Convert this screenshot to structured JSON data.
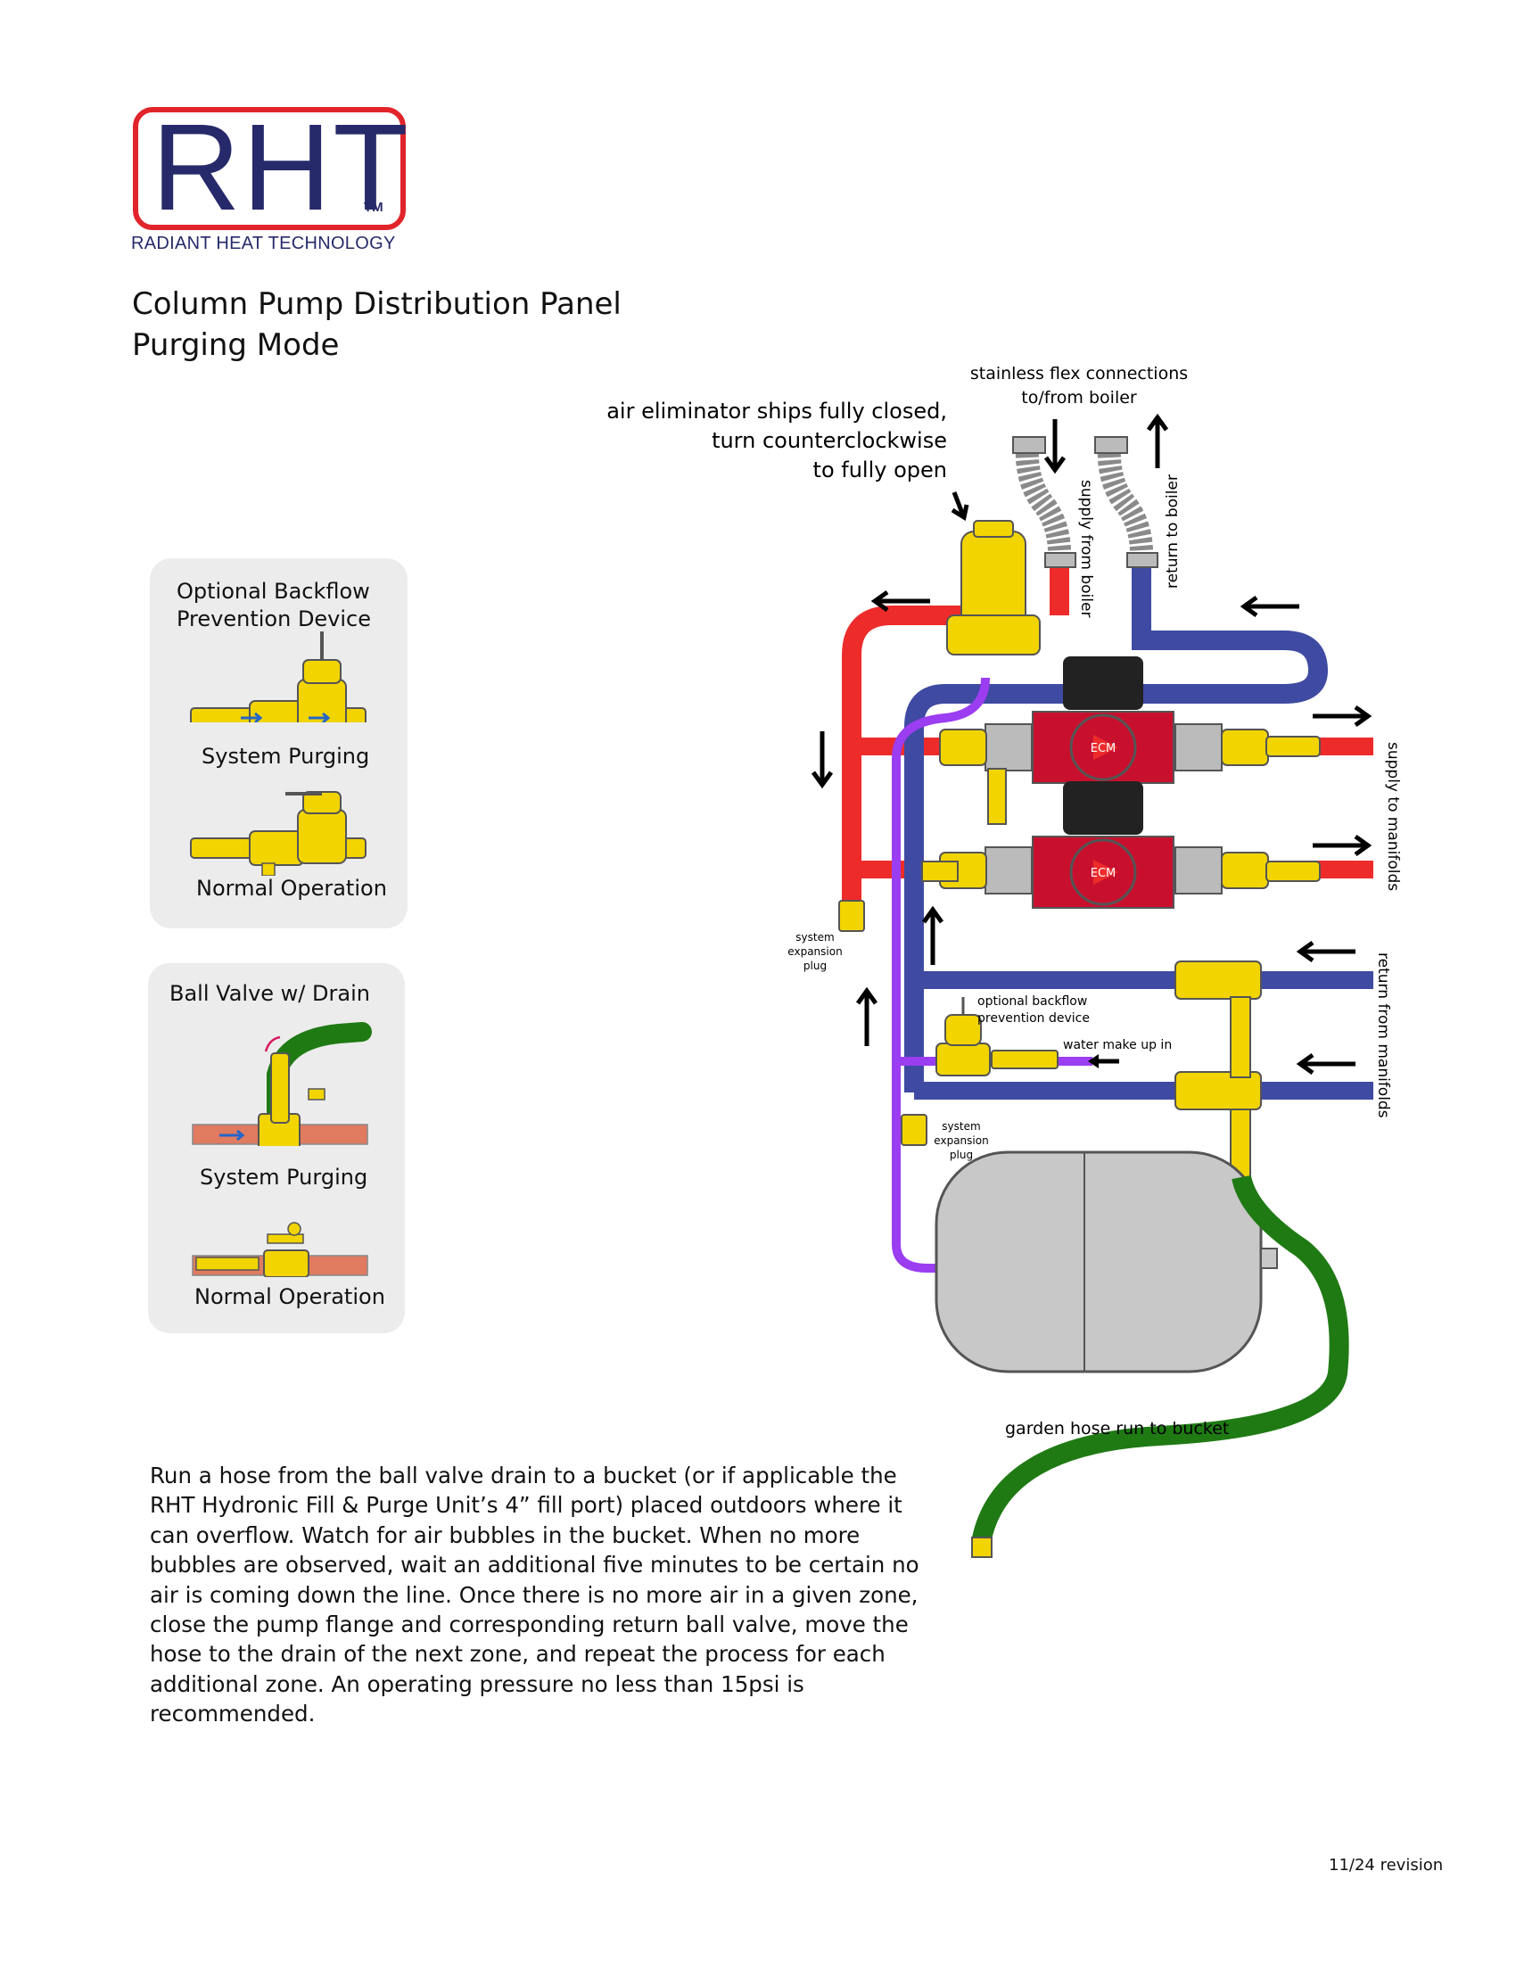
{
  "logo": {
    "letters": "RHT",
    "tm": "TM",
    "subtitle": "RADIANT HEAT TECHNOLOGY"
  },
  "title": {
    "line1": "Column Pump Distribution Panel",
    "line2": "Purging Mode"
  },
  "backflow_panel": {
    "heading_line1": "Optional Backflow",
    "heading_line2": "Prevention Device",
    "caption_purging": "System Purging",
    "caption_normal": "Normal Operation"
  },
  "ballvalve_panel": {
    "heading": "Ball Valve w/ Drain",
    "caption_purging": "System Purging",
    "caption_normal": "Normal Operation"
  },
  "diagram": {
    "air_eliminator_note": [
      "air eliminator ships fully closed,",
      "turn counterclockwise",
      "to fully open"
    ],
    "flex_note": [
      "stainless flex connections",
      "to/from boiler"
    ],
    "supply_from_boiler": "supply from boiler",
    "return_to_boiler": "return to boiler",
    "supply_to_manifolds": "supply to manifolds",
    "return_from_manifolds": "return from manifolds",
    "pump_label": "ECM",
    "expansion_plug_top": [
      "system",
      "expansion",
      "plug"
    ],
    "expansion_plug_bottom": [
      "system",
      "expansion",
      "plug"
    ],
    "backflow_device": [
      "optional backflow",
      "prevention device"
    ],
    "water_make_up": "water make up in",
    "garden_hose": "garden hose run to bucket",
    "colors": {
      "supply": "#ee2b2b",
      "return": "#3f4aa2",
      "fill": "#9b3df0",
      "brass": "#f2d400",
      "pump": "#c8102e",
      "hose": "#1f7a14",
      "tank": "#c8c8c8"
    }
  },
  "instructions": "Run a hose from the ball valve drain to a bucket (or if applicable the RHT Hydronic Fill & Purge Unit’s 4” fill port) placed outdoors where it can overflow. Watch for air bubbles in the bucket. When no more bubbles are observed, wait an additional five minutes to be certain no air is coming down the line. Once there is no more air in a given zone, close the pump flange and corresponding return ball valve, move the hose to the drain of the next zone, and repeat the process for each additional zone. An operating pressure no less than 15psi is recommended.",
  "revision": "11/24 revision"
}
